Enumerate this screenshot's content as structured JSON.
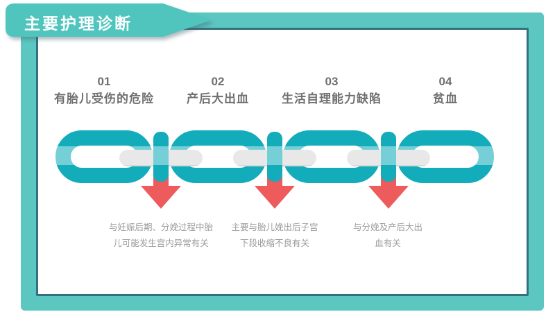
{
  "header": {
    "title": "主要护理诊断"
  },
  "colors": {
    "frame": "#5bc7c0",
    "banner": "#4fc5be",
    "frame_edge": "#347180",
    "chain": "#12acba",
    "connector": "#d8d8d8",
    "arrow": "#ed5b5c",
    "item_text": "#6f6f6f",
    "note_text": "#9b9b9b"
  },
  "diagram": {
    "items": [
      {
        "number": "01",
        "title": "有胎儿受伤的危险"
      },
      {
        "number": "02",
        "title": "产后大出血"
      },
      {
        "number": "03",
        "title": "生活自理能力缺陷"
      },
      {
        "number": "04",
        "title": "贫血"
      }
    ],
    "notes": [
      {
        "text": "与妊娠后期、分娩过程中胎\n儿可能发生宫内异常有关"
      },
      {
        "text": "主要与胎儿娩出后子宫\n下段收缩不良有关"
      },
      {
        "text": "与分娩及产后大出\n血有关"
      }
    ]
  }
}
